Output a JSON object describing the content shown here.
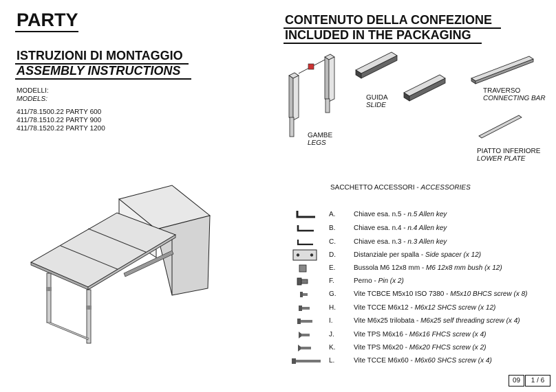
{
  "header": {
    "title": "PARTY",
    "assembly_it": "ISTRUZIONI DI MONTAGGIO",
    "assembly_en": "ASSEMBLY INSTRUCTIONS",
    "models_label_it": "MODELLI:",
    "models_label_en": "MODELS:",
    "models": [
      "411/78.1500.22 PARTY 600",
      "411/78.1510.22 PARTY 900",
      "411/78.1520.22 PARTY 1200"
    ]
  },
  "packaging": {
    "title_it": "CONTENUTO DELLA CONFEZIONE",
    "title_en": "INCLUDED IN THE PACKAGING",
    "parts": {
      "legs_it": "GAMBE",
      "legs_en": "LEGS",
      "slide_it": "GUIDA",
      "slide_en": "SLIDE",
      "bar_it": "TRAVERSO",
      "bar_en": "CONNECTING BAR",
      "plate_it": "PIATTO INFERIORE",
      "plate_en": "LOWER PLATE"
    }
  },
  "accessories": {
    "title_it": "SACCHETTO ACCESSORI - ",
    "title_en": "ACCESSORIES",
    "items": [
      {
        "letter": "A.",
        "it": "Chiave esa. n.5 - ",
        "en": "n.5 Allen key",
        "icon": "allen-key-icon"
      },
      {
        "letter": "B.",
        "it": "Chiave esa. n.4 - ",
        "en": "n.4 Allen key",
        "icon": "allen-key-icon"
      },
      {
        "letter": "C.",
        "it": "Chiave esa. n.3 - ",
        "en": "n.3 Allen key",
        "icon": "allen-key-icon"
      },
      {
        "letter": "D.",
        "it": "Distanziale per spalla - ",
        "en": "Side spacer (x 12)",
        "icon": "side-spacer-icon"
      },
      {
        "letter": "E.",
        "it": "Bussola M6 12x8 mm - ",
        "en": "M6 12x8 mm bush (x 12)",
        "icon": "bush-icon"
      },
      {
        "letter": "F.",
        "it": "Perno - ",
        "en": "Pin (x 2)",
        "icon": "pin-icon"
      },
      {
        "letter": "G.",
        "it": "Vite TCBCE M5x10 ISO 7380 - ",
        "en": "M5x10 BHCS screw (x 8)",
        "icon": "screw-icon"
      },
      {
        "letter": "H.",
        "it": "Vite TCCE M6x12 - ",
        "en": "M6x12 SHCS screw (x 12)",
        "icon": "screw-icon"
      },
      {
        "letter": "I.",
        "it": "Vite M6x25 trilobata - ",
        "en": "M6x25 self threading screw (x 4)",
        "icon": "screw-icon"
      },
      {
        "letter": "J.",
        "it": "Vite TPS M6x16 - ",
        "en": "M6x16 FHCS screw (x 4)",
        "icon": "screw-icon"
      },
      {
        "letter": "K.",
        "it": "Vite TPS M6x20 - ",
        "en": "M6x20 FHCS screw (x 2)",
        "icon": "screw-icon"
      },
      {
        "letter": "L.",
        "it": "Vite TCCE M6x60 - ",
        "en": "M6x60 SHCS screw (x 4)",
        "icon": "screw-icon"
      }
    ]
  },
  "footer": {
    "code": "09",
    "page": "1 / 6"
  }
}
